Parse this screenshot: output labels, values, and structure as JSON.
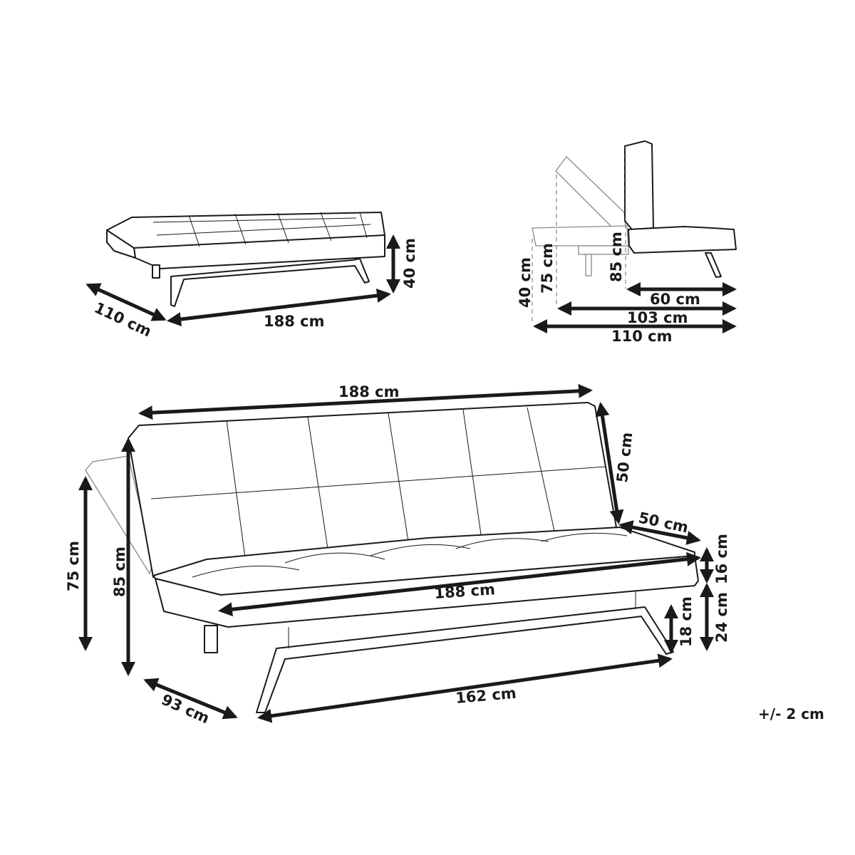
{
  "diagram": {
    "type": "product dimension drawing",
    "subject": "sofa bed",
    "tolerance": "+/- 2 cm",
    "views": {
      "flat_bed": {
        "width": "188 cm",
        "depth": "110 cm",
        "height": "40 cm"
      },
      "side_profile": {
        "height_low": "40 cm",
        "height_reclined": "75 cm",
        "height_upright": "85 cm",
        "depth_seat": "60 cm",
        "depth_reclined": "103 cm",
        "depth_flat": "110 cm"
      },
      "sofa_front": {
        "top_width": "188 cm",
        "back_height": "50 cm",
        "seat_depth": "50 cm",
        "seat_width": "188 cm",
        "seat_thickness": "16 cm",
        "seat_from_floor": "24 cm",
        "leg_height": "18 cm",
        "leg_span": "162 cm",
        "depth": "93 cm",
        "total_height": "85 cm",
        "reclined_height": "75 cm"
      }
    }
  }
}
